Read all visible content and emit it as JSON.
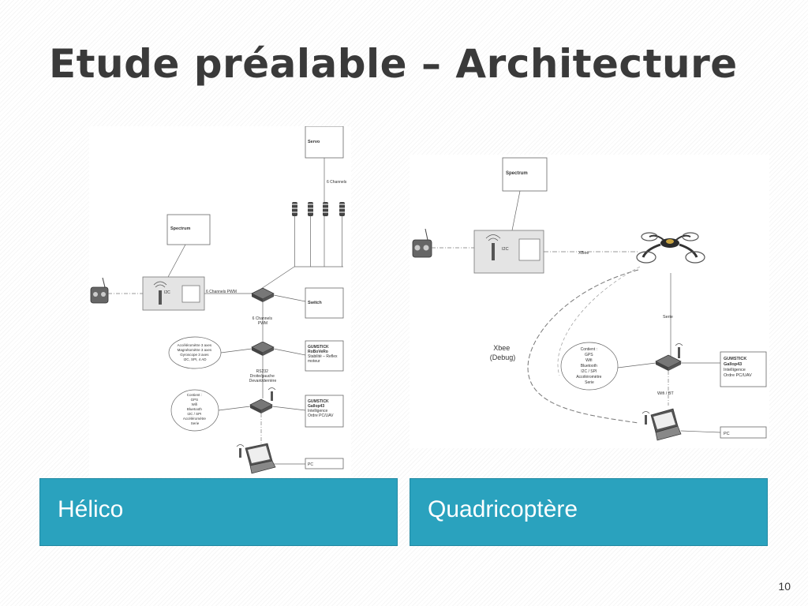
{
  "slide": {
    "title": "Etude préalable – Architecture",
    "page_number": "10"
  },
  "captions": {
    "left": "Hélico",
    "right": "Quadricoptère"
  },
  "helico": {
    "servo": "Servo",
    "six_channels": "6 Channels",
    "spectrum": "Spectrum",
    "i2c": "I2C",
    "six_channels_pwm": "6 Channels PWM",
    "switch": "Switch",
    "six_channels_pwm_vertical": [
      "6 Channels",
      "PWM"
    ],
    "sensors": [
      "Accéléromètre 3 axes",
      "Magnétomètre 3 axes",
      "Gyroscope 3 axes",
      "I2C, SPI, 4 AD"
    ],
    "gumstick1": {
      "title": [
        "GUMSTICK",
        "RoBoVeRo"
      ],
      "body": [
        "Stabilité – Reflex",
        "moteur"
      ]
    },
    "rs232": [
      "RS232",
      "Droite/gauche",
      "Devant/derrière"
    ],
    "contient": [
      "Contient :",
      "GPS",
      "Wifi",
      "Bluetooth",
      "I2C / SPI",
      "Accéléromètre",
      "Serie"
    ],
    "gumstick2": {
      "title": [
        "GUMSTICK",
        "Gallop43"
      ],
      "body": [
        "Intelligence",
        "Ordre PC/UAV"
      ]
    },
    "pc": "PC"
  },
  "quadri": {
    "spectrum": "Spectrum",
    "i2c": "I2C",
    "xbee": "XBee",
    "xbee_debug": [
      "Xbee",
      "(Debug)"
    ],
    "serie": "Serie",
    "contient": [
      "Contient :",
      "GPS",
      "Wifi",
      "Bluetooth",
      "I2C / SPI",
      "Accéléromètre",
      "Serie"
    ],
    "gumstick": {
      "title": [
        "GUMSTICK",
        "Gallop43"
      ],
      "body": [
        "Intelligence",
        "Ordre PC/UAV"
      ]
    },
    "wifi_bt": "Wifi / BT",
    "pc": "PC"
  }
}
